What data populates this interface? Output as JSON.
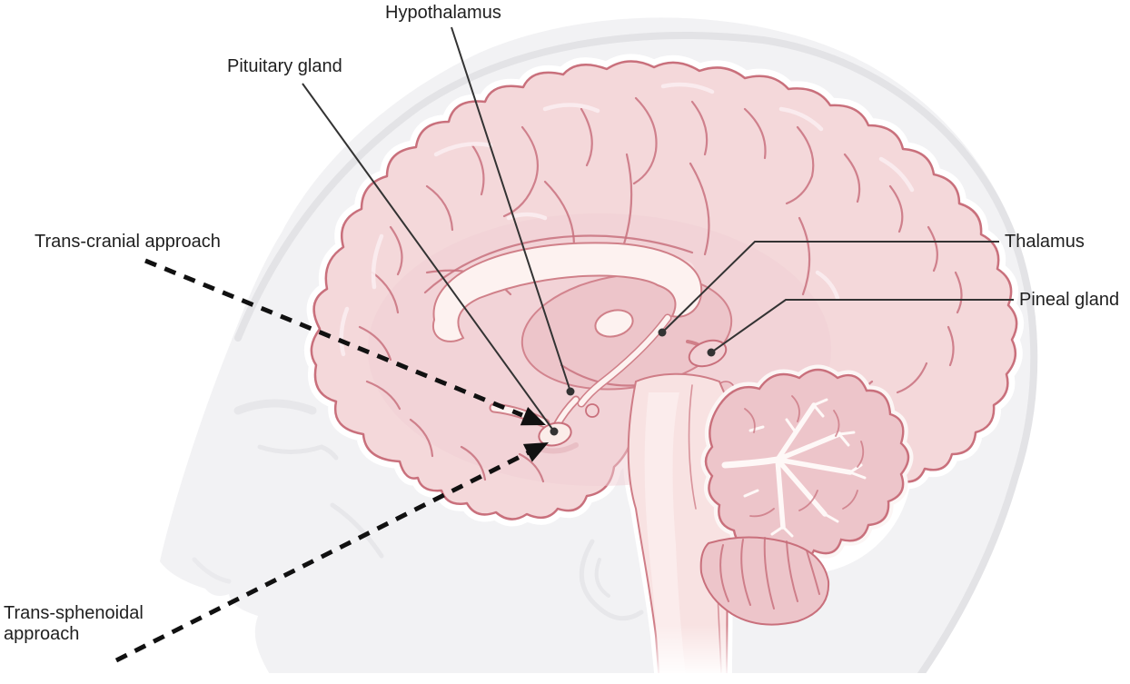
{
  "figure": {
    "type": "anatomical-diagram",
    "subject": "Sagittal section of the human brain inside a head silhouette showing pituitary region structures and two surgical approach routes"
  },
  "annotations": {
    "hypothalamus": {
      "label": "Hypothalamus",
      "style": "solid-pointer"
    },
    "pituitary": {
      "label": "Pituitary gland",
      "style": "solid-pointer"
    },
    "thalamus": {
      "label": "Thalamus",
      "style": "solid-pointer"
    },
    "pineal": {
      "label": "Pineal gland",
      "style": "solid-pointer"
    },
    "trans_cranial": {
      "label": "Trans-cranial approach",
      "style": "dashed-arrow"
    },
    "trans_sphenoidal": {
      "label": "Trans-sphenoidal\napproach",
      "style": "dashed-arrow"
    }
  },
  "colors": {
    "background": "#ffffff",
    "head_silhouette": "#f2f2f4",
    "head_outline": "#e3e3e6",
    "brain_fill": "#f4d8da",
    "brain_outline": "#c9707c",
    "sulci": "#c8717e",
    "deep_structure_fill": "#edc5ca",
    "white_matter": "#fdf2f0",
    "brainstem_fill": "#f8e2e2",
    "label_text": "#1f1f1f",
    "leader_line": "#333333",
    "dashed_line": "#111111"
  }
}
